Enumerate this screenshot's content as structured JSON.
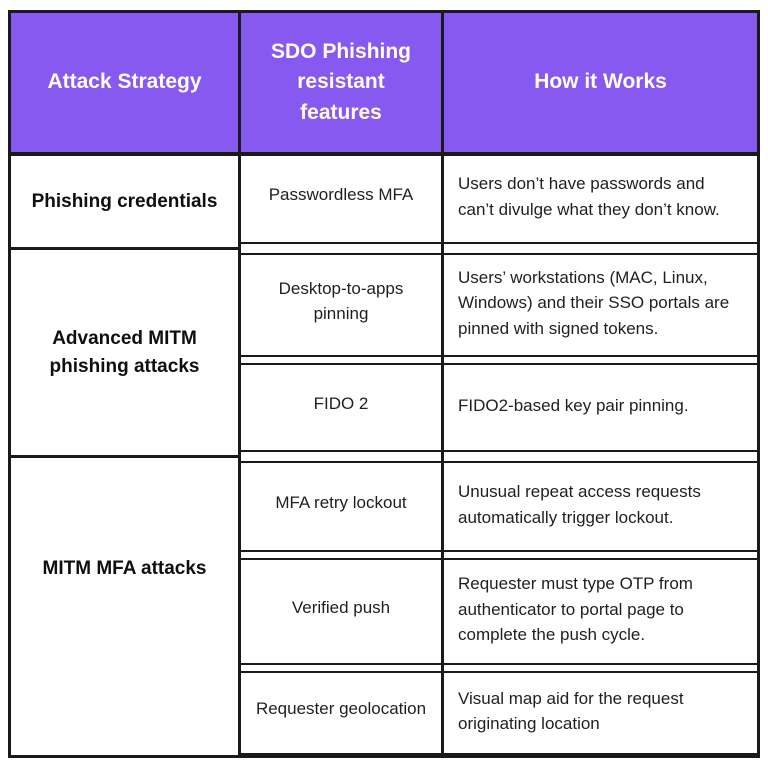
{
  "theme": {
    "header_bg": "#8859F0",
    "header_text": "#FFFFFF",
    "ink": "#1A1A1A",
    "body_text": "#1F1F1F"
  },
  "table": {
    "headers": [
      "Attack Strategy",
      "SDO Phishing resistant features",
      "How it Works"
    ],
    "groups": [
      {
        "strategy": "Phishing credentials",
        "rows": [
          {
            "feature": "Passwordless MFA",
            "how": "Users don’t have passwords and can’t divulge what they don’t know."
          }
        ]
      },
      {
        "strategy": "Advanced MITM phishing attacks",
        "rows": [
          {
            "feature": "Desktop-to-apps pinning",
            "how": "Users’ workstations (MAC, Linux, Windows) and their SSO portals are pinned with signed tokens."
          },
          {
            "feature": "FIDO 2",
            "how": "FIDO2-based key pair pinning."
          }
        ]
      },
      {
        "strategy": "MITM MFA attacks",
        "rows": [
          {
            "feature": "MFA retry lockout",
            "how": "Unusual repeat access requests automatically trigger lockout."
          },
          {
            "feature": "Verified push",
            "how": "Requester must type OTP from authenticator to portal page to complete the push cycle."
          },
          {
            "feature": "Requester geolocation",
            "how": "Visual map aid for the request originating location"
          }
        ]
      }
    ]
  }
}
